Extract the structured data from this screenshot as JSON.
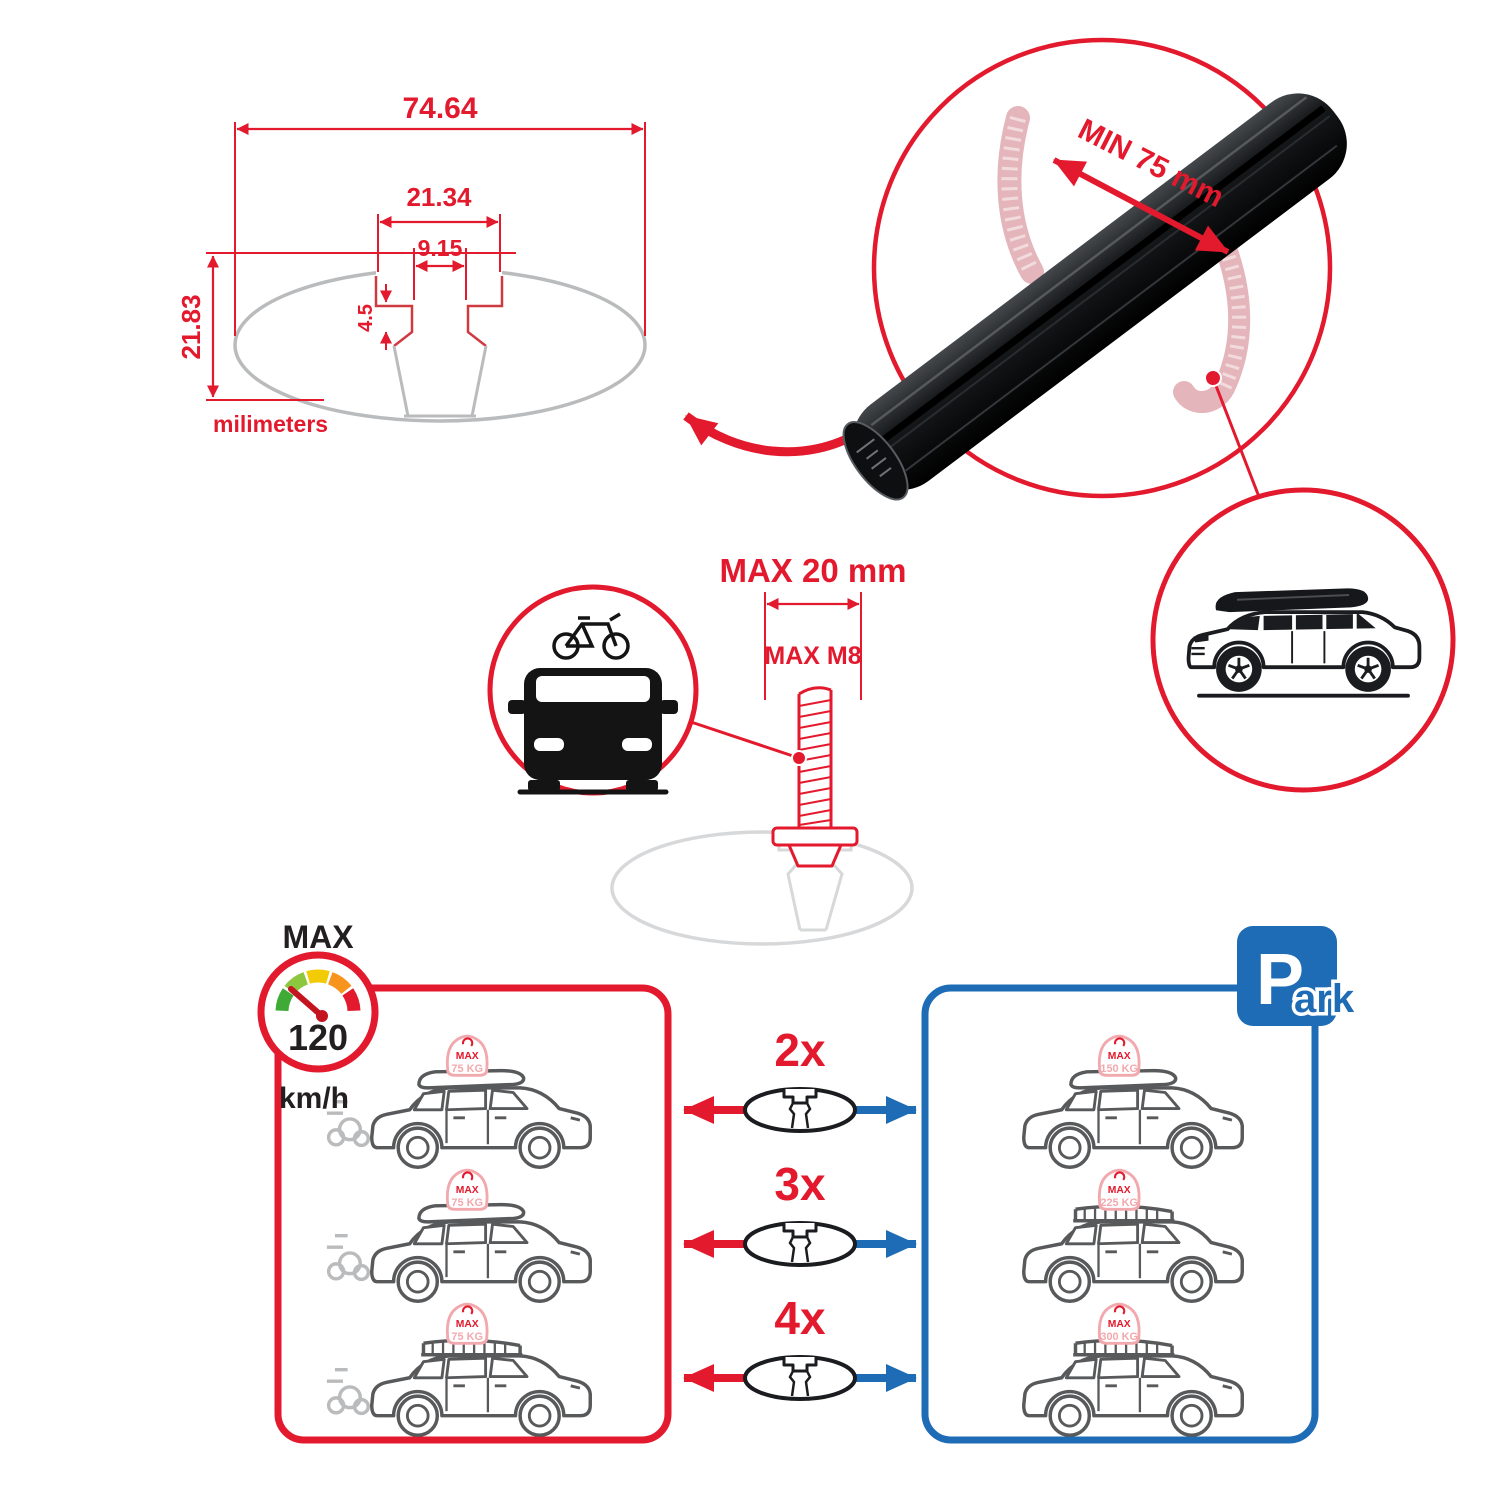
{
  "colors": {
    "accent_red": "#e3192d",
    "accent_blue": "#1e6cb5",
    "ink_black": "#231f20",
    "soft_pink": "#f2a9ae",
    "line_gray": "#b9bbbd"
  },
  "tech_drawing": {
    "dim_total_width": "74.64",
    "dim_channel_width": "21.34",
    "dim_slot_width": "9.15",
    "dim_slot_depth": "4.5",
    "dim_height": "21.83",
    "units": "milimeters"
  },
  "crossbar_detail": {
    "min_clamp": "MIN 75 mm"
  },
  "bolt_detail": {
    "max_length": "MAX 20 mm",
    "max_thread": "MAX M8"
  },
  "speed_limit": {
    "label": "MAX",
    "value": "120",
    "unit": "km/h"
  },
  "park_sign": {
    "p": "P",
    "ark": "ark"
  },
  "driving_panel": {
    "cars": [
      {
        "tag_line1": "MAX",
        "tag_line2": "75 KG"
      },
      {
        "tag_line1": "MAX",
        "tag_line2": "75 KG"
      },
      {
        "tag_line1": "MAX",
        "tag_line2": "75 KG"
      }
    ]
  },
  "multipliers": [
    {
      "label": "2x"
    },
    {
      "label": "3x"
    },
    {
      "label": "4x"
    }
  ],
  "parked_panel": {
    "cars": [
      {
        "tag_line1": "MAX",
        "tag_line2": "150 KG"
      },
      {
        "tag_line1": "MAX",
        "tag_line2": "225 KG"
      },
      {
        "tag_line1": "MAX",
        "tag_line2": "300 KG"
      }
    ]
  }
}
